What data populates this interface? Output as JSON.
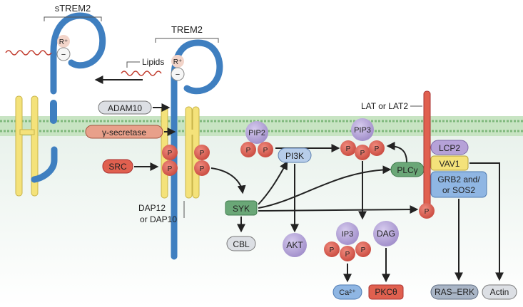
{
  "labels": {
    "strem2": "sTREM2",
    "trem2": "TREM2",
    "lipids": "Lipids",
    "r_plus": "R⁺",
    "minus": "−",
    "adam10": "ADAM10",
    "gamma_secretase": "γ-secretase",
    "src": "SRC",
    "p": "P",
    "dap12_line1": "DAP12",
    "dap12_line2": "or DAP10",
    "syk": "SYK",
    "cbl": "CBL",
    "pi3k": "PI3K",
    "akt": "AKT",
    "pip2": "PIP2",
    "pip3": "PIP3",
    "plcg": "PLCγ",
    "ip3": "IP3",
    "dag": "DAG",
    "ca": "Ca²⁺",
    "pkc": "PKCθ",
    "lat": "LAT or LAT2",
    "lcp2": "LCP2",
    "vav1": "VAV1",
    "grb2_line1": "GRB2 and/",
    "grb2_line2": "or SOS2",
    "ras_erk": "RAS–ERK",
    "actin": "Actin"
  },
  "colors": {
    "receptor_blue": "#3f7fc0",
    "adaptor_yellow": "#f4e27a",
    "phospho_red": "#d9534f",
    "syk_green": "#6aa777",
    "lipid_purple": "#b6a2d8",
    "membrane_green": "#b9dcb5",
    "lipid_wave_red": "#c0392b",
    "protein_grey": "#dcdfe4",
    "ca_blue": "#8fb6e3"
  }
}
